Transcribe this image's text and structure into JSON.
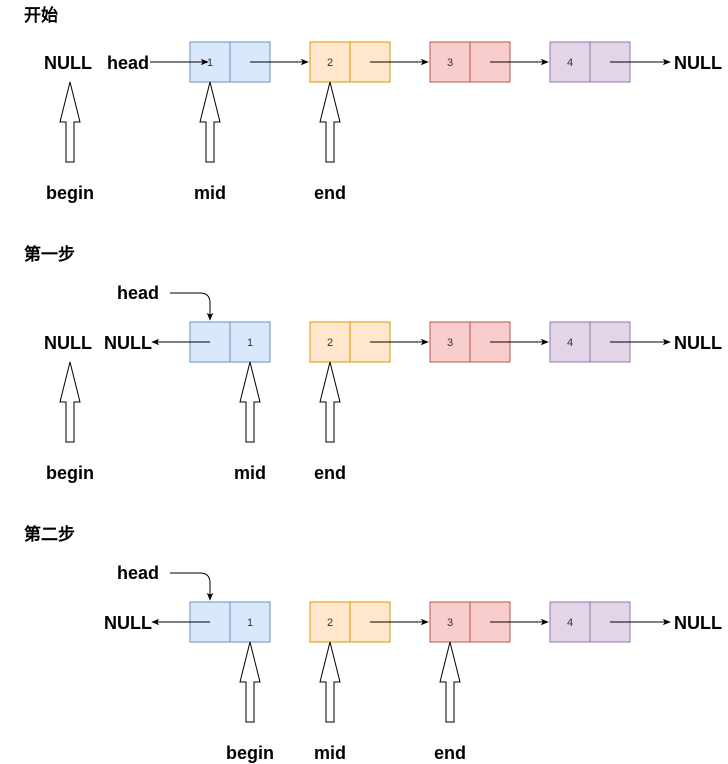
{
  "steps": [
    {
      "title": "开始",
      "nodes": [
        {
          "value": "1",
          "fill": "#dae8fc",
          "stroke": "#6c8ebf"
        },
        {
          "value": "2",
          "fill": "#ffe6cc",
          "stroke": "#d79b00"
        },
        {
          "value": "3",
          "fill": "#f8cecc",
          "stroke": "#b85450"
        },
        {
          "value": "4",
          "fill": "#e1d5e7",
          "stroke": "#9673a6"
        }
      ],
      "left_null": "NULL",
      "head_label": "head",
      "right_null": "NULL",
      "begin_label": "begin",
      "mid_label": "mid",
      "end_label": "end"
    },
    {
      "title": "第一步",
      "nodes": [
        {
          "value": "1",
          "fill": "#dae8fc",
          "stroke": "#6c8ebf"
        },
        {
          "value": "2",
          "fill": "#ffe6cc",
          "stroke": "#d79b00"
        },
        {
          "value": "3",
          "fill": "#f8cecc",
          "stroke": "#b85450"
        },
        {
          "value": "4",
          "fill": "#e1d5e7",
          "stroke": "#9673a6"
        }
      ],
      "outer_null": "NULL",
      "reversed_null": "NULL",
      "head_label": "head",
      "right_null": "NULL",
      "begin_label": "begin",
      "mid_label": "mid",
      "end_label": "end"
    },
    {
      "title": "第二步",
      "nodes": [
        {
          "value": "1",
          "fill": "#dae8fc",
          "stroke": "#6c8ebf"
        },
        {
          "value": "2",
          "fill": "#ffe6cc",
          "stroke": "#d79b00"
        },
        {
          "value": "3",
          "fill": "#f8cecc",
          "stroke": "#b85450"
        },
        {
          "value": "4",
          "fill": "#e1d5e7",
          "stroke": "#9673a6"
        }
      ],
      "reversed_null": "NULL",
      "head_label": "head",
      "right_null": "NULL",
      "begin_label": "begin",
      "mid_label": "mid",
      "end_label": "end"
    }
  ]
}
